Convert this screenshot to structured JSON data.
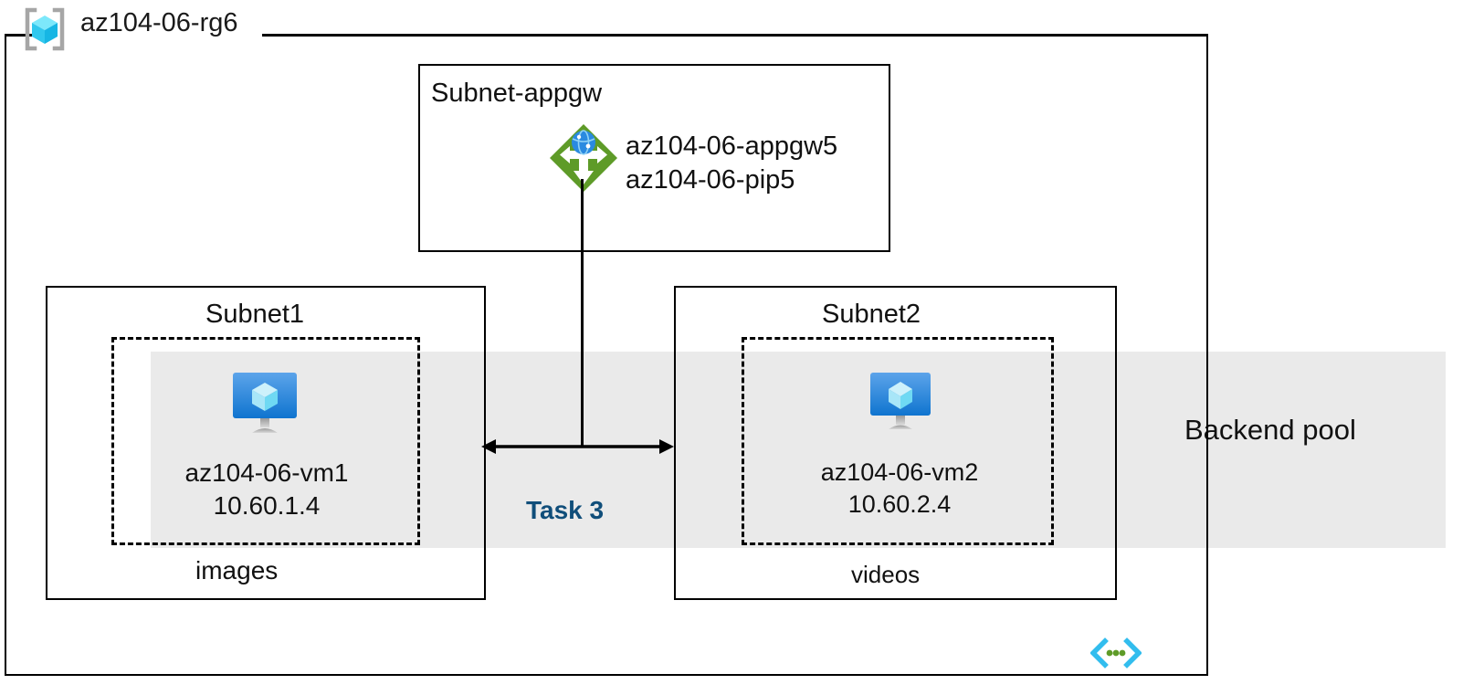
{
  "diagram": {
    "resource_group": {
      "name": "az104-06-rg6",
      "icon": "resource-group-icon"
    },
    "backend_pool": {
      "label": "Backend pool",
      "color": "#eaeaea"
    },
    "code_icon": {
      "name": "code-brackets-icon",
      "bracket_color": "#32bdee",
      "dot_color": "#5e9b28"
    },
    "subnets": [
      {
        "id": "subnet-appgw",
        "title": "Subnet-appgw",
        "resources": [
          {
            "icon": "application-gateway-icon",
            "lines": [
              "az104-06-appgw5",
              "az104-06-pip5"
            ]
          }
        ]
      },
      {
        "id": "subnet1",
        "title": "Subnet1",
        "footer": "images",
        "vm": {
          "icon": "virtual-machine-icon",
          "name": "az104-06-vm1",
          "ip": "10.60.1.4"
        }
      },
      {
        "id": "subnet2",
        "title": "Subnet2",
        "footer": "videos",
        "vm": {
          "icon": "virtual-machine-icon",
          "name": "az104-06-vm2",
          "ip": "10.60.2.4"
        }
      }
    ],
    "connector": {
      "label": "Task 3",
      "label_color": "#104e7a",
      "type": "bidirectional-arrow"
    },
    "colors": {
      "appgw_green": "#5e9b28",
      "appgw_globe_blue": "#2a8ae0",
      "vm_blue_top": "#5ca4ea",
      "vm_blue_bottom": "#0f74cf",
      "cube_cyan": "#9fe6f5",
      "rg_icon_cyan": "#4fd8f5",
      "bracket_gray": "#a6a6a6",
      "line_black": "#000000"
    }
  }
}
